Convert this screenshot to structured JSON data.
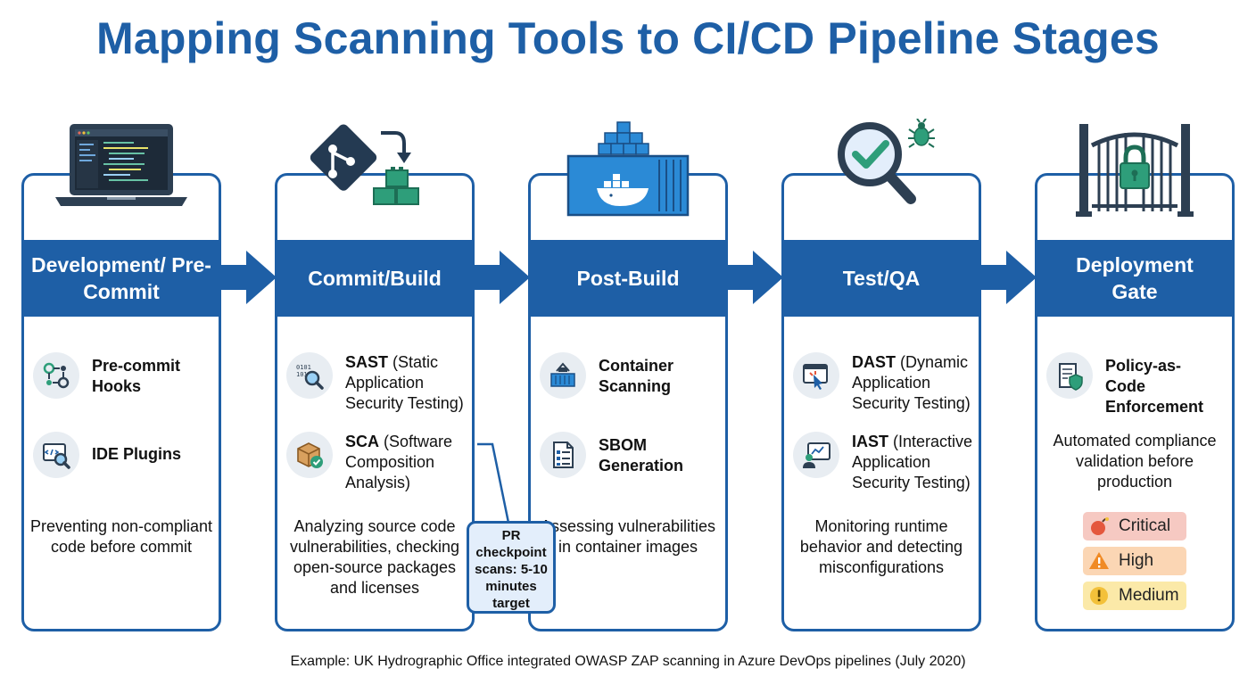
{
  "title": "Mapping Scanning Tools to CI/CD Pipeline Stages",
  "colors": {
    "primary": "#1e5fa6",
    "teal": "#2e9e7a",
    "docker_blue": "#2b8ad6",
    "critical_bg": "#f6c9c2",
    "high_bg": "#fbd6b4",
    "medium_bg": "#fbe9a8"
  },
  "stages": [
    {
      "header": "Development/ Pre-Commit",
      "icon": "laptop-code-icon",
      "tools": [
        {
          "name": "Pre-commit Hooks",
          "icon": "hooks-gears-icon"
        },
        {
          "name": "IDE Plugins",
          "icon": "ide-magnifier-icon"
        }
      ],
      "description": "Preventing non-compliant code before commit"
    },
    {
      "header": "Commit/Build",
      "icon": "git-build-icon",
      "tools": [
        {
          "name": "SAST",
          "detail": "(Static Application Security Testing)",
          "icon": "binary-magnifier-icon"
        },
        {
          "name": "SCA",
          "detail": "(Software Composition Analysis)",
          "icon": "package-check-icon"
        }
      ],
      "description": "Analyzing source code vulnerabilities, checking open-source packages and licenses"
    },
    {
      "header": "Post-Build",
      "icon": "docker-container-icon",
      "tools": [
        {
          "name": "Container Scanning",
          "icon": "container-scan-icon"
        },
        {
          "name": "SBOM Generation",
          "icon": "sbom-list-icon"
        }
      ],
      "description": "Assessing vulnerabilities in container images"
    },
    {
      "header": "Test/QA",
      "icon": "magnifier-bug-icon",
      "tools": [
        {
          "name": "DAST",
          "detail": "(Dynamic Application Security Testing)",
          "icon": "browser-attack-icon"
        },
        {
          "name": "IAST",
          "detail": "(Interactive Application Security Testing)",
          "icon": "monitor-user-icon"
        }
      ],
      "description": "Monitoring runtime behavior and detecting misconfigurations"
    },
    {
      "header": "Deployment Gate",
      "icon": "gate-lock-icon",
      "tools": [
        {
          "name": "Policy-as-Code Enforcement",
          "icon": "policy-shield-icon"
        }
      ],
      "description": "Automated compliance validation before production"
    }
  ],
  "callout": "PR checkpoint scans: 5-10 minutes target",
  "severities": [
    {
      "label": "Critical",
      "icon": "bomb-icon"
    },
    {
      "label": "High",
      "icon": "warning-icon"
    },
    {
      "label": "Medium",
      "icon": "exclamation-icon"
    }
  ],
  "footnote": "Example: UK Hydrographic Office integrated OWASP ZAP scanning in Azure DevOps pipelines (July 2020)"
}
